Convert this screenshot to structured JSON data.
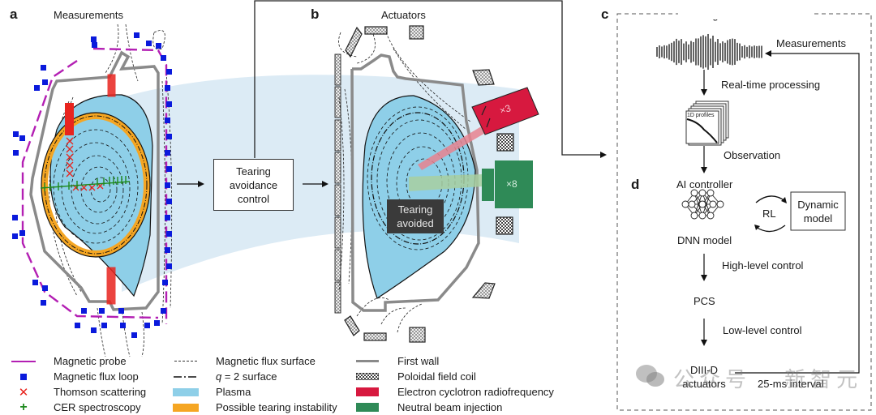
{
  "panels": {
    "a": {
      "letter": "a",
      "title": "Measurements"
    },
    "b": {
      "letter": "b",
      "title": "Actuators",
      "tearing_label_line1": "Tearing",
      "tearing_label_line2": "avoided",
      "ecrf_multiplier": "×3",
      "nbi_multiplier": "×8"
    },
    "c": {
      "letter": "c",
      "title": "Tearing avoidance control"
    },
    "d": {
      "letter": "d"
    }
  },
  "center_box": {
    "line1": "Tearing",
    "line2": "avoidance",
    "line3": "control"
  },
  "control_flow": {
    "measurements": "Measurements",
    "real_time_processing": "Real-time processing",
    "profiles_label": "1D profiles",
    "observation": "Observation",
    "ai_controller": "AI controller",
    "dnn_model": "DNN model",
    "rl": "RL",
    "dynamic_model_line1": "Dynamic",
    "dynamic_model_line2": "model",
    "high_level_control": "High-level control",
    "pcs": "PCS",
    "low_level_control": "Low-level control",
    "actuators_line1": "DIII-D",
    "actuators_line2": "actuators",
    "interval": "25-ms interval"
  },
  "legend": {
    "col1": [
      {
        "label": "Magnetic probe",
        "symbol": "magenta-line"
      },
      {
        "label": "Magnetic flux loop",
        "symbol": "blue-square"
      },
      {
        "label": "Thomson scattering",
        "symbol": "red-cross"
      },
      {
        "label": "CER spectroscopy",
        "symbol": "green-plus"
      }
    ],
    "col2": [
      {
        "label": "Magnetic flux surface",
        "symbol": "dashed-line"
      },
      {
        "label_q": "q",
        "label_rest": " = 2 surface",
        "symbol": "dash-dot-line"
      },
      {
        "label": "Plasma",
        "symbol": "light-blue-fill"
      },
      {
        "label": "Possible tearing instability",
        "symbol": "orange-fill"
      }
    ],
    "col3": [
      {
        "label": "First wall",
        "symbol": "gray-line"
      },
      {
        "label": "Poloidal field coil",
        "symbol": "checker-fill"
      },
      {
        "label": "Electron cyclotron radiofrequency",
        "symbol": "red-fill"
      },
      {
        "label": "Neutral beam injection",
        "symbol": "green-fill"
      }
    ]
  },
  "watermark": {
    "text": "公众号 · 新智元"
  },
  "colors": {
    "plasma": "#8ecfe8",
    "background_band": "#dcebf5",
    "tearing": "#f5a623",
    "probe": "#b31fb3",
    "flux_loop": "#0a1adc",
    "thomson": "#e8241e",
    "cer": "#1e8a1e",
    "wall": "#8a8a8a",
    "ecrf": "#d7193f",
    "nbi": "#2f8a57"
  }
}
